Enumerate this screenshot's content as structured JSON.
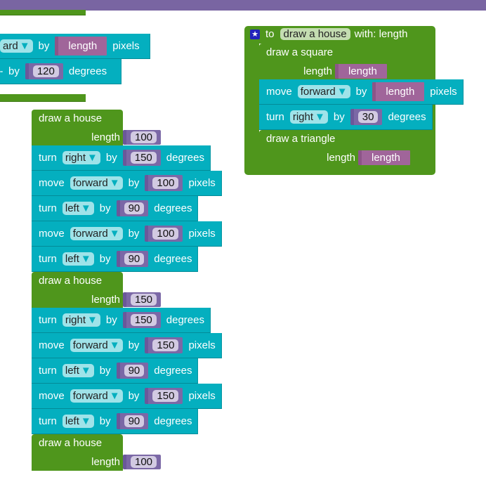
{
  "left_partial": {
    "move": {
      "dir": "ard",
      "by": "by",
      "arg": "length",
      "unit": "pixels"
    },
    "turn": {
      "by": "by",
      "arg": "120",
      "unit": "degrees"
    }
  },
  "main_stack": [
    {
      "kind": "call",
      "name": "draw a house",
      "param": "length",
      "arg": "100"
    },
    {
      "kind": "turn",
      "verb": "turn",
      "dir": "right",
      "by": "by",
      "arg": "150",
      "unit": "degrees"
    },
    {
      "kind": "move",
      "verb": "move",
      "dir": "forward",
      "by": "by",
      "arg": "100",
      "unit": "pixels"
    },
    {
      "kind": "turn",
      "verb": "turn",
      "dir": "left",
      "by": "by",
      "arg": "90",
      "unit": "degrees"
    },
    {
      "kind": "move",
      "verb": "move",
      "dir": "forward",
      "by": "by",
      "arg": "100",
      "unit": "pixels"
    },
    {
      "kind": "turn",
      "verb": "turn",
      "dir": "left",
      "by": "by",
      "arg": "90",
      "unit": "degrees"
    },
    {
      "kind": "call",
      "name": "draw a house",
      "param": "length",
      "arg": "150"
    },
    {
      "kind": "turn",
      "verb": "turn",
      "dir": "right",
      "by": "by",
      "arg": "150",
      "unit": "degrees"
    },
    {
      "kind": "move",
      "verb": "move",
      "dir": "forward",
      "by": "by",
      "arg": "150",
      "unit": "pixels"
    },
    {
      "kind": "turn",
      "verb": "turn",
      "dir": "left",
      "by": "by",
      "arg": "90",
      "unit": "degrees"
    },
    {
      "kind": "move",
      "verb": "move",
      "dir": "forward",
      "by": "by",
      "arg": "150",
      "unit": "pixels"
    },
    {
      "kind": "turn",
      "verb": "turn",
      "dir": "left",
      "by": "by",
      "arg": "90",
      "unit": "degrees"
    },
    {
      "kind": "call",
      "name": "draw a house",
      "param": "length",
      "arg": "100"
    }
  ],
  "procedure": {
    "to": "to",
    "name": "draw a house",
    "with": "with: length",
    "body": [
      {
        "kind": "call",
        "name": "draw a square",
        "param": "length",
        "arg": "length",
        "var": true
      },
      {
        "kind": "move",
        "verb": "move",
        "dir": "forward",
        "by": "by",
        "arg": "length",
        "var": true,
        "unit": "pixels"
      },
      {
        "kind": "turn",
        "verb": "turn",
        "dir": "right",
        "by": "by",
        "arg": "30",
        "unit": "degrees"
      },
      {
        "kind": "call",
        "name": "draw a triangle",
        "param": "length",
        "arg": "length",
        "var": true
      }
    ]
  },
  "colors": {
    "motion": "#04afbf",
    "procedure": "#4f961c",
    "number": "#7b68a6",
    "variable": "#a0659a",
    "header": "#7965a2"
  }
}
